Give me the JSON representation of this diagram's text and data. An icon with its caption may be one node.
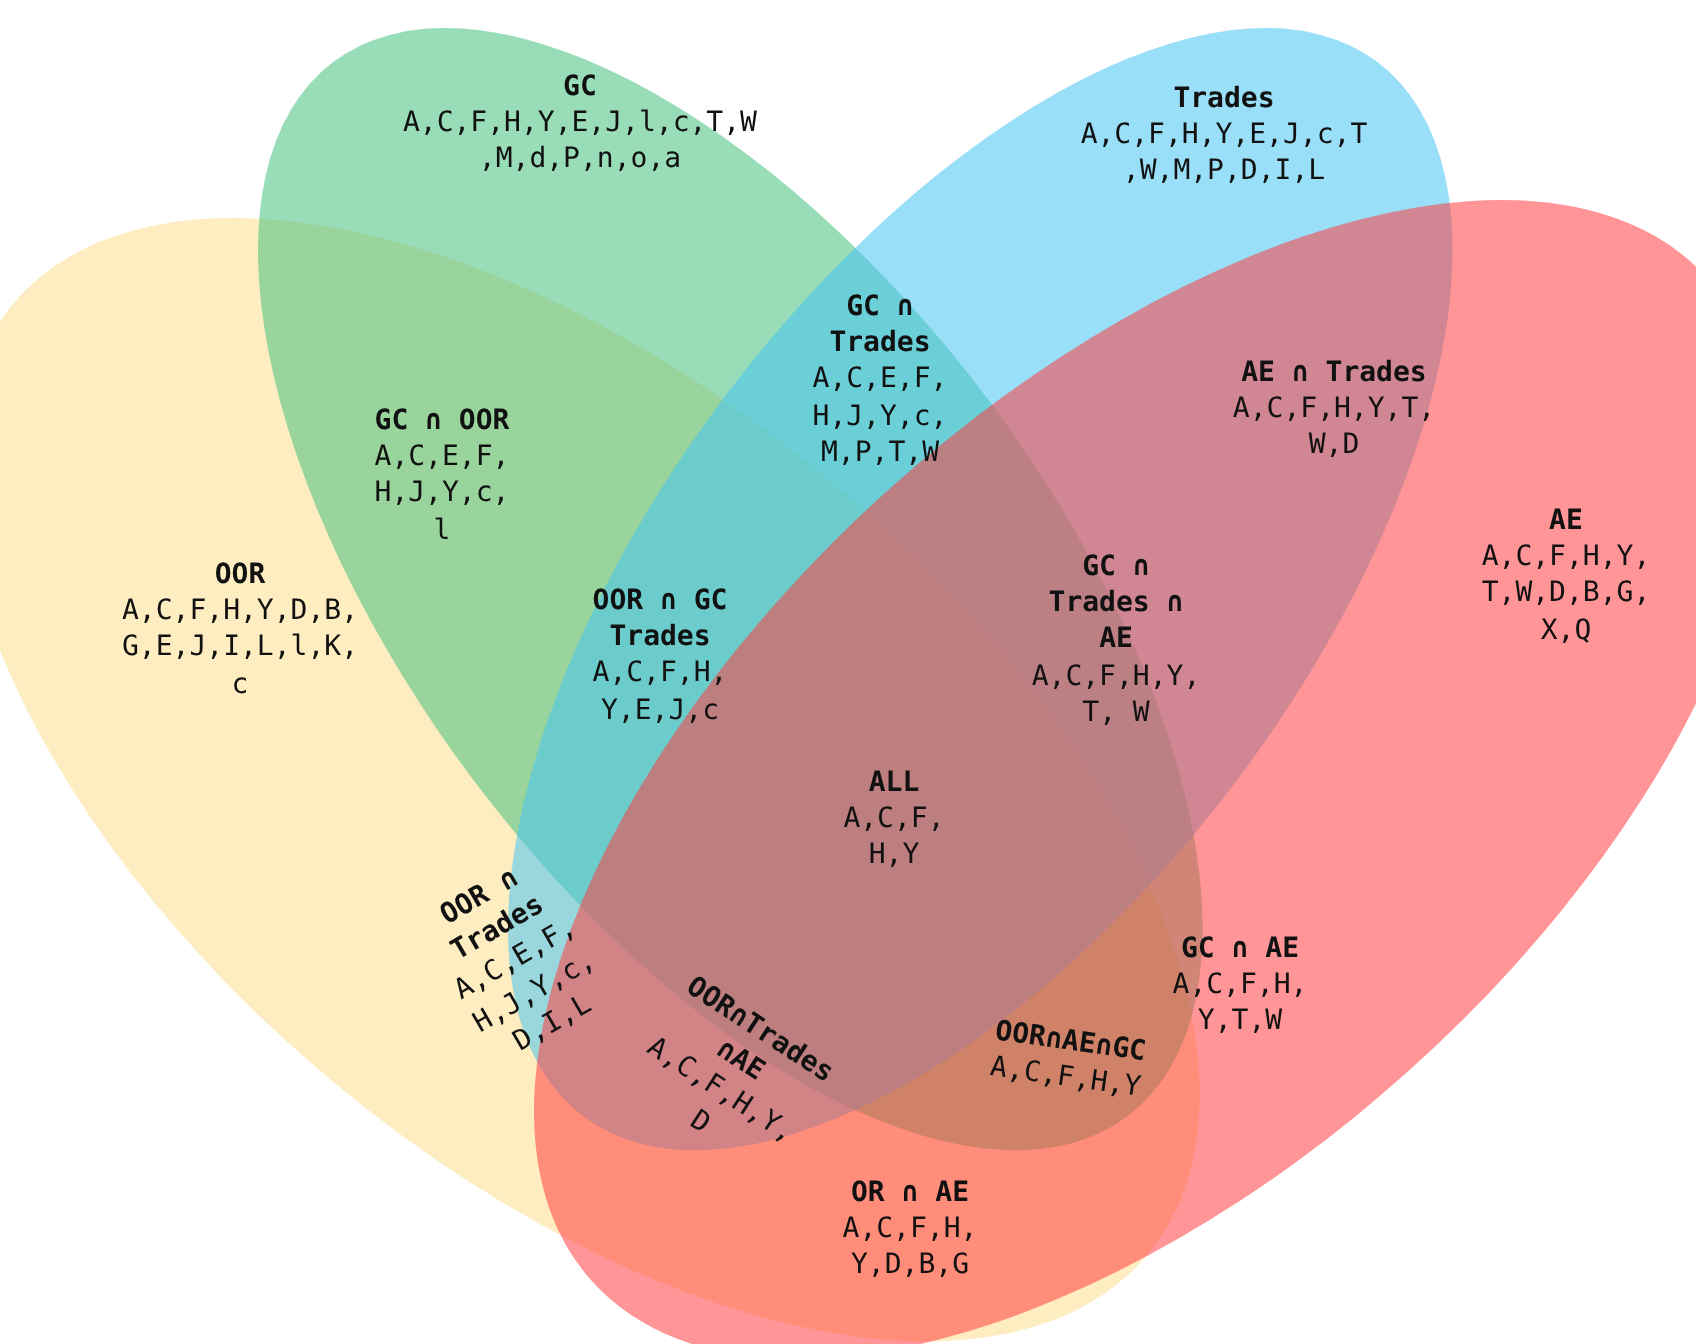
{
  "diagram": {
    "nodes": [
      {
        "text": [
          "OOR",
          "A,C,F,H,Y,D,B, G,E,J,I,L,l,K, c"
        ]
      },
      {
        "text": [
          "GC",
          "A,C,F,H,Y,E,J,l,c,T,W ,M,d,P,n,o,a"
        ]
      },
      {
        "text": [
          "Trades",
          "A,C,F,H,Y,E,J,c,T ,W,M,P,D,I,L"
        ]
      },
      {
        "text": [
          "AE",
          "A,C,F,H,Y, T,W,D,B,G, X,Q"
        ]
      }
    ],
    "labels": [
      "GC ∩ Trades",
      "A,C,E,F, H,J,Y,c, M,P,T,W",
      "GC ∩ OOR",
      "A,C,E,F, H,J,Y,c, l",
      "AE ∩ Trades",
      "A,C,F,H,Y,T, W,D",
      "GC ∩ Trades ∩ AE",
      "A,C,F,H,Y, T, W",
      "OOR ∩ GC Trades",
      "A,C,F,H, Y,E,J,c",
      "ALL",
      "A,C,F, H,Y",
      "OOR ∩ Trades",
      "A,C,E,F, H,J,Y,c, D,I,L",
      "GC ∩ AE",
      "A,C,F,H, Y,T,W",
      "OOR∩Trades ∩AE",
      "A,C,F,H,Y, D",
      "OOR∩AE∩GC",
      "A,C,F,H,Y",
      "OR ∩ AE",
      "A,C,F,H, Y,D,B,G"
    ]
  }
}
